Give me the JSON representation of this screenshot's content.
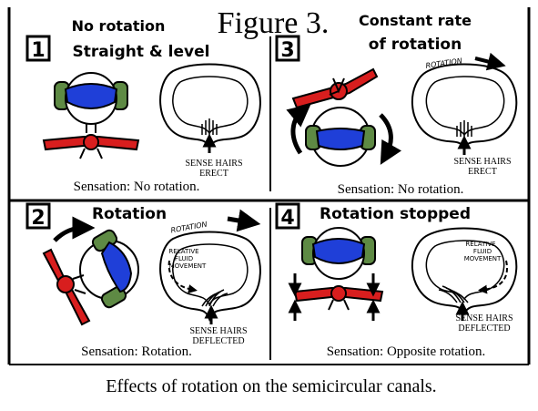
{
  "figure_title": "Figure 3.",
  "caption": "Effects of rotation on the semicircular canals.",
  "panels": [
    {
      "number": "1",
      "heading_line1": "No rotation",
      "heading_line2": "Straight & level",
      "hair_label_line1": "SENSE HAIRS",
      "hair_label_line2": "ERECT",
      "sensation": "Sensation: No rotation."
    },
    {
      "number": "3",
      "heading_line1": "Constant rate",
      "heading_line2": "of rotation",
      "canal_label": "ROTATION",
      "hair_label_line1": "SENSE HAIRS",
      "hair_label_line2": "ERECT",
      "sensation": "Sensation: No rotation."
    },
    {
      "number": "2",
      "heading_line1": "Rotation",
      "canal_label": "ROTATION",
      "fluid_label_line1": "RELATIVE",
      "fluid_label_line2": "FLUID",
      "fluid_label_line3": "MOVEMENT",
      "hair_label_line1": "SENSE HAIRS",
      "hair_label_line2": "DEFLECTED",
      "sensation": "Sensation: Rotation."
    },
    {
      "number": "4",
      "heading_line1": "Rotation stopped",
      "fluid_label_line1": "RELATIVE",
      "fluid_label_line2": "FLUID",
      "fluid_label_line3": "MOVEMENT",
      "hair_label_line1": "SENSE HAIRS",
      "hair_label_line2": "DEFLECTED",
      "sensation": "Sensation: Opposite rotation."
    }
  ],
  "colors": {
    "ink": "#000000",
    "goggles": "#1f3fd8",
    "earcups": "#5e8a44",
    "airplane": "#d81e1e",
    "background": "#ffffff"
  }
}
